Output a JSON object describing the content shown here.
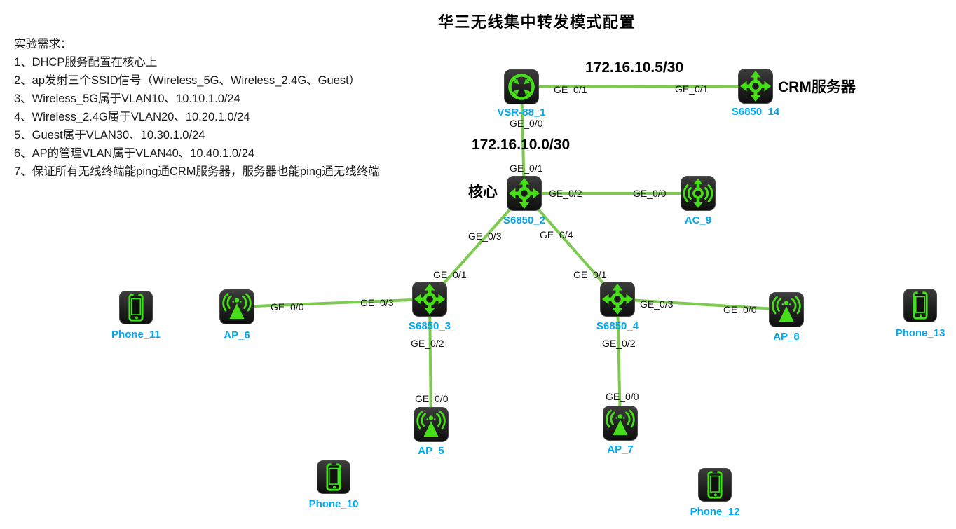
{
  "title": "华三无线集中转发模式配置",
  "requirements": {
    "header": "实验需求：",
    "items": [
      "1、DHCP服务配置在核心上",
      "2、ap发射三个SSID信号（Wireless_5G、Wireless_2.4G、Guest）",
      "3、Wireless_5G属于VLAN10、10.10.1.0/24",
      "4、Wireless_2.4G属于VLAN20、10.20.1.0/24",
      "5、Guest属于VLAN30、10.30.1.0/24",
      "6、AP的管理VLAN属于VLAN40、10.40.1.0/24",
      "7、保证所有无线终端能ping通CRM服务器，服务器也能ping通无线终端"
    ]
  },
  "network_labels": {
    "wan_subnet": "172.16.10.5/30",
    "core_subnet": "172.16.10.0/30",
    "crm_caption": "CRM服务器",
    "core_caption": "核心"
  },
  "devices": {
    "vsr": {
      "label": "VSR-88_1",
      "type": "router"
    },
    "s6850_14": {
      "label": "S6850_14",
      "type": "switch"
    },
    "s6850_2": {
      "label": "S6850_2",
      "type": "switch"
    },
    "ac9": {
      "label": "AC_9",
      "type": "wireless-controller"
    },
    "s6850_3": {
      "label": "S6850_3",
      "type": "switch"
    },
    "s6850_4": {
      "label": "S6850_4",
      "type": "switch"
    },
    "ap5": {
      "label": "AP_5",
      "type": "access-point"
    },
    "ap6": {
      "label": "AP_6",
      "type": "access-point"
    },
    "ap7": {
      "label": "AP_7",
      "type": "access-point"
    },
    "ap8": {
      "label": "AP_8",
      "type": "access-point"
    },
    "phone10": {
      "label": "Phone_10",
      "type": "phone"
    },
    "phone11": {
      "label": "Phone_11",
      "type": "phone"
    },
    "phone12": {
      "label": "Phone_12",
      "type": "phone"
    },
    "phone13": {
      "label": "Phone_13",
      "type": "phone"
    }
  },
  "ports": {
    "vsr_wan": "GE_0/1",
    "crm_port": "GE_0/1",
    "vsr_lan": "GE_0/0",
    "core_uplink": "GE_0/1",
    "core_to_ac": "GE_0/2",
    "ac_port": "GE_0/0",
    "core_to_sw3": "GE_0/3",
    "core_to_sw4": "GE_0/4",
    "sw3_uplink": "GE_0/1",
    "sw4_uplink": "GE_0/1",
    "sw3_to_ap6": "GE_0/3",
    "ap6_port": "GE_0/0",
    "sw3_to_ap5": "GE_0/2",
    "ap5_port": "GE_0/0",
    "sw4_to_ap8": "GE_0/3",
    "ap8_port": "GE_0/0",
    "sw4_to_ap7": "GE_0/2",
    "ap7_port": "GE_0/0"
  },
  "colors": {
    "link_green": "#7CCB50",
    "icon_green": "#46DE17",
    "label_blue": "#00A7F2"
  }
}
